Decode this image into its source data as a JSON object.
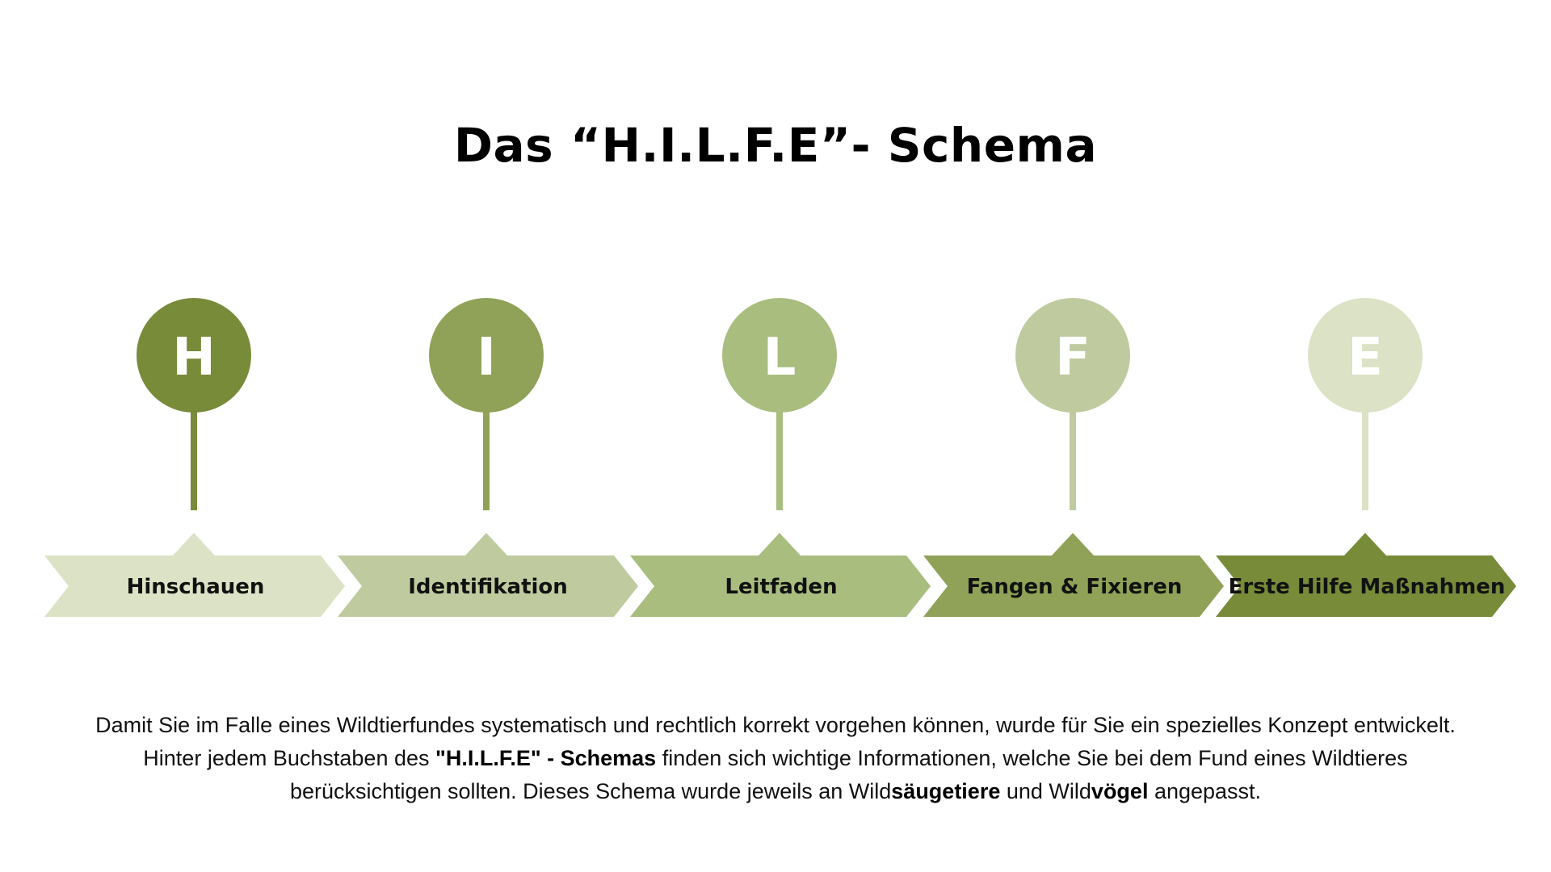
{
  "title": "Das “H.I.L.F.E”- Schema",
  "colors": {
    "shade_1": "#778b39",
    "shade_2": "#8fa257",
    "shade_3": "#a9bd7f",
    "shade_4": "#bfcb9f",
    "shade_5": "#dbe2c5"
  },
  "steps": [
    {
      "letter": "H",
      "label": "Hinschauen",
      "node_color": "#778b39",
      "arrow_color": "#dbe2c5"
    },
    {
      "letter": "I",
      "label": "Identifikation",
      "node_color": "#8fa257",
      "arrow_color": "#bfcb9f"
    },
    {
      "letter": "L",
      "label": "Leitfaden",
      "node_color": "#a9bd7f",
      "arrow_color": "#a9bd7f"
    },
    {
      "letter": "F",
      "label": "Fangen & Fixieren",
      "node_color": "#bfcb9f",
      "arrow_color": "#8fa257"
    },
    {
      "letter": "E",
      "label": "Erste Hilfe Maßnahmen",
      "node_color": "#dbe2c5",
      "arrow_color": "#778b39"
    }
  ],
  "description": {
    "part_1": "Damit Sie im Falle eines Wildtierfundes systematisch und rechtlich korrekt vorgehen können, wurde für Sie ein spezielles Konzept entwickelt. Hinter jedem Buchstaben des ",
    "bold_1": "\"H.I.L.F.E\" - Schemas",
    "part_2": " finden sich wichtige Informationen, welche Sie bei dem Fund eines Wildtieres berücksichtigen sollten. Dieses Schema wurde jeweils an Wild",
    "bold_2": "säugetiere",
    "part_3": " und Wild",
    "bold_3": "vögel",
    "part_4": " angepasst."
  }
}
